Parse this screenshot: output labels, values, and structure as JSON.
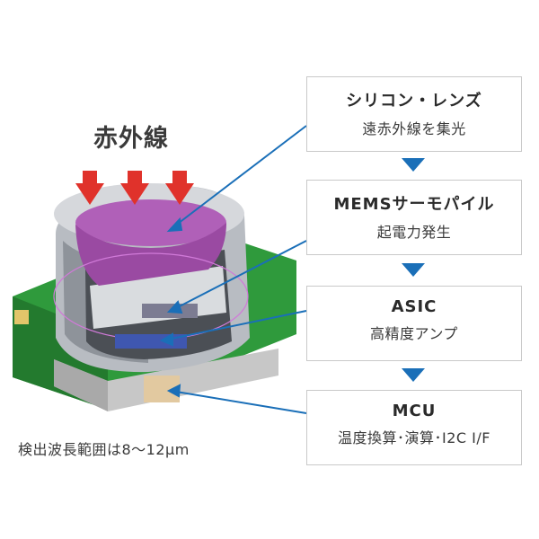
{
  "heading": "赤外線",
  "caption": "検出波長範囲は8～12μm",
  "steps": [
    {
      "title": "シリコン・レンズ",
      "subtitle": "遠赤外線を集光"
    },
    {
      "title": "MEMSサーモパイル",
      "subtitle": "起電力発生"
    },
    {
      "title": "ASIC",
      "subtitle": "高精度アンプ"
    },
    {
      "title": "MCU",
      "subtitle": "温度換算･演算･I2C I/F"
    }
  ],
  "colors": {
    "arrow_blue": "#1a6fb8",
    "infrared_arrow_red": "#e0322b",
    "lens_magenta": "#b060b8",
    "pcb_green": "#2f9a3c",
    "box_border": "#c9c9c9"
  }
}
